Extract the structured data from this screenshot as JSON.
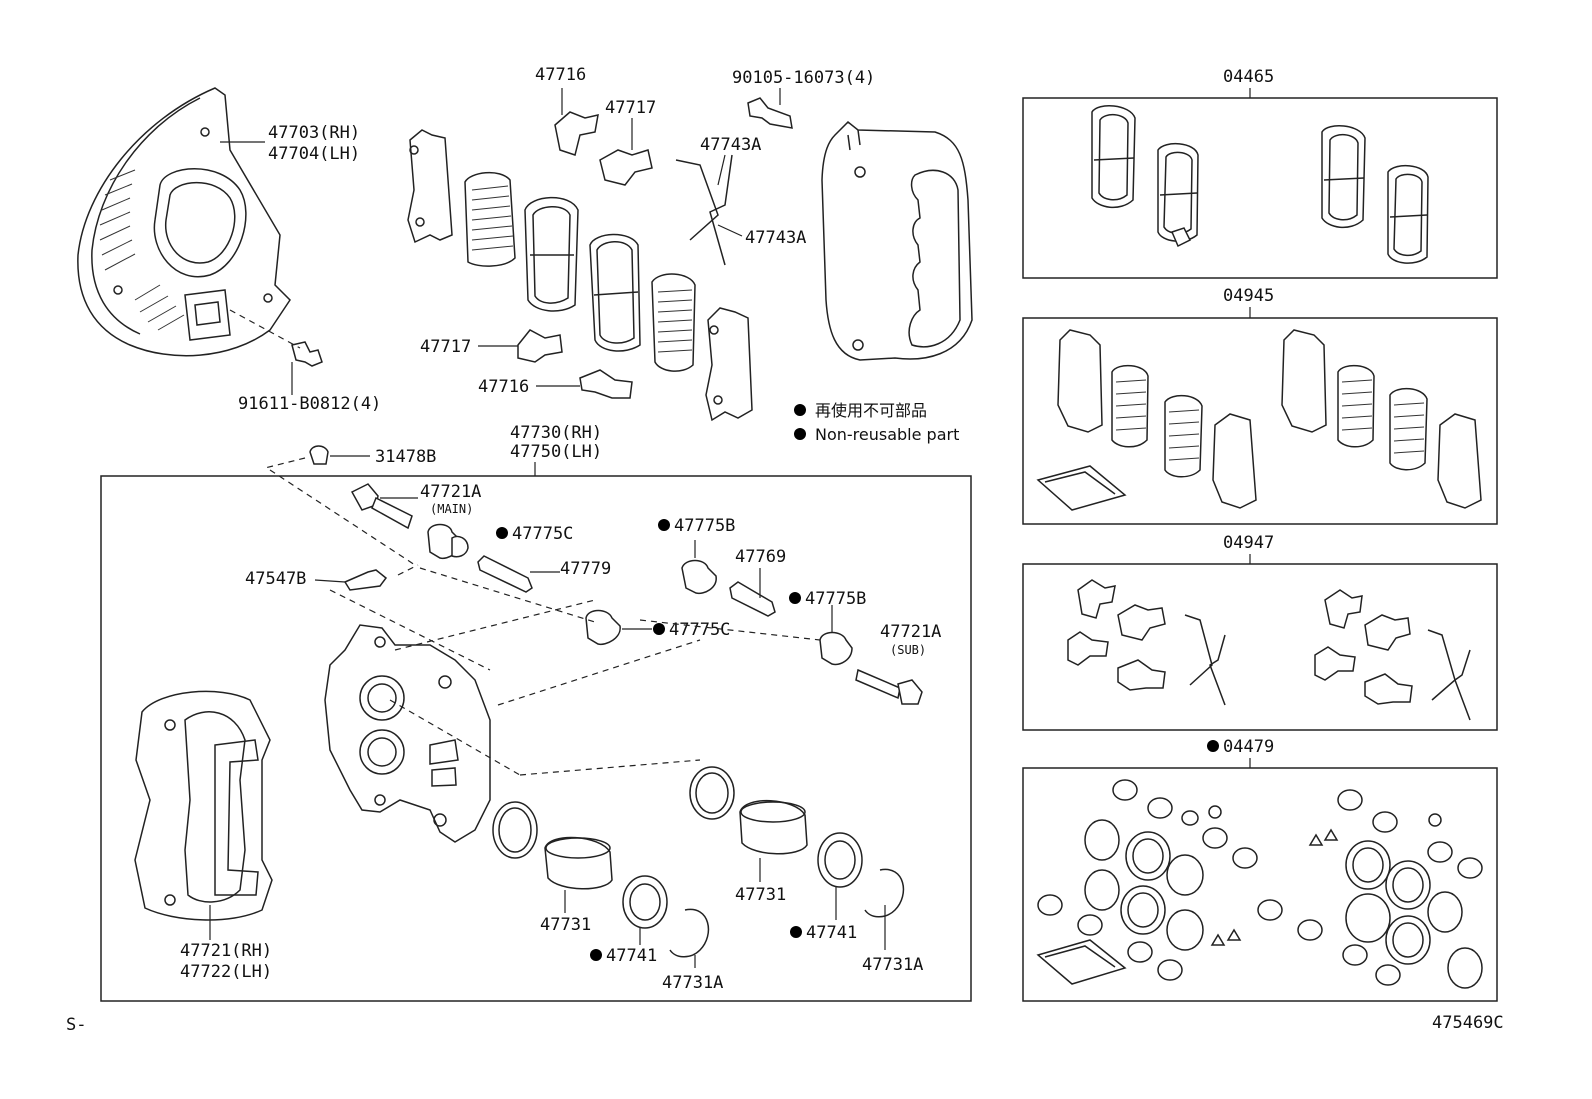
{
  "labels": {
    "shield_rh": "47703(RH)",
    "shield_lh": "47704(LH)",
    "shield_bolt": "91611-B0812(4)",
    "clip_47716_top": "47716",
    "clip_47717_top": "47717",
    "bolt_90105": "90105-16073(4)",
    "spring_47743a_1": "47743A",
    "spring_47743a_2": "47743A",
    "clip_47717_bottom": "47717",
    "clip_47716_bottom": "47716",
    "cap_31478b": "31478B",
    "caliper_rh": "47730(RH)",
    "caliper_lh": "47750(LH)",
    "bolt_47721a_main": "47721A",
    "main_sub": "(MAIN)",
    "boot_47775c_1": "47775C",
    "pin_47779": "47779",
    "bleeder_47547b": "47547B",
    "boot_47775b_1": "47775B",
    "pin_47769": "47769",
    "boot_47775b_2": "47775B",
    "boot_47775c_2": "47775C",
    "bolt_47721a_sub": "47721A",
    "sub_sub": "(SUB)",
    "mount_rh": "47721(RH)",
    "mount_lh": "47722(LH)",
    "piston_47731_1": "47731",
    "seal_47741_1": "47741",
    "ring_47731a_1": "47731A",
    "piston_47731_2": "47731",
    "seal_47741_2": "47741",
    "ring_47731a_2": "47731A",
    "kit_04465": "04465",
    "kit_04945": "04945",
    "kit_04947": "04947",
    "kit_04479": "04479",
    "corner_left": "S-",
    "diagram_id": "475469C"
  },
  "legend": {
    "japanese": "再使用不可部品",
    "english": "Non-reusable part"
  },
  "colors": {
    "line": "#222222",
    "background": "#ffffff",
    "non_reusable_marker": "#000000"
  }
}
